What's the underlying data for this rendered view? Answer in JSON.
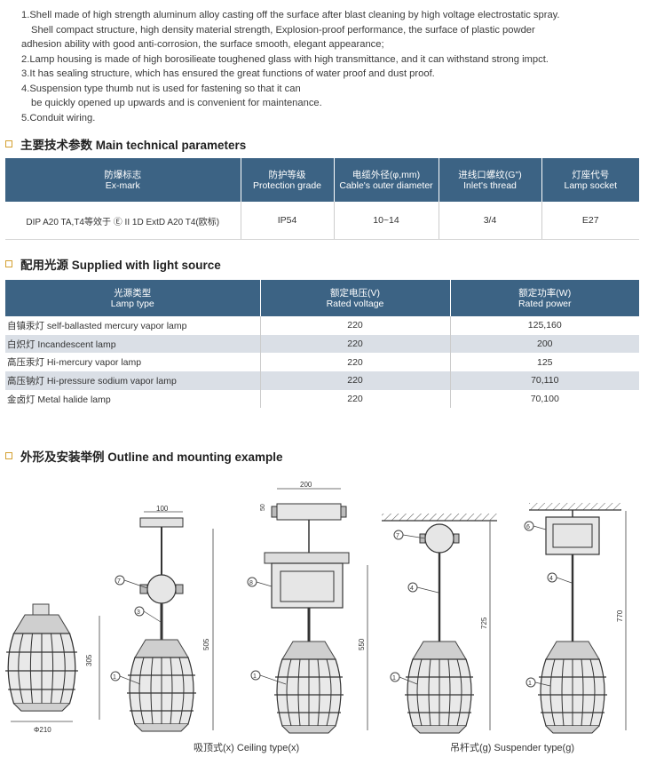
{
  "features": [
    "1.Shell made of high strength aluminum alloy casting off the surface after blast cleaning by high voltage electrostatic spray.",
    "Shell compact structure, high density material strength, Explosion-proof performance, the surface of plastic powder",
    "adhesion ability with good anti-corrosion, the surface smooth, elegant appearance;",
    "2.Lamp housing is made of high borosilieate toughened glass with high transmittance, and it can withstand strong impct.",
    "3.It has sealing structure, which has ensured the great functions of water proof and dust proof.",
    "4.Suspension type thumb nut is used for fastening so that it can",
    "be quickly opened up upwards and is convenient for maintenance.",
    "5.Conduit wiring."
  ],
  "tech_params": {
    "title": "主要技术参数 Main technical parameters",
    "headers": [
      {
        "cn": "防爆标志",
        "en": "Ex-mark"
      },
      {
        "cn": "防护等级",
        "en": "Protection grade"
      },
      {
        "cn": "电缆外径(φ,mm)",
        "en": "Cable's outer diameter"
      },
      {
        "cn": "进线口螺纹(G\")",
        "en": "Inlet's thread"
      },
      {
        "cn": "灯座代号",
        "en": "Lamp socket"
      }
    ],
    "row": [
      "DIP A20 TA,T4等效于 Ⓔ II 1D ExtD A20 T4(欧标)",
      "IP54",
      "10~14",
      "3/4",
      "E27"
    ]
  },
  "light_source": {
    "title": "配用光源 Supplied with light source",
    "headers": [
      {
        "cn": "光源类型",
        "en": "Lamp type"
      },
      {
        "cn": "额定电压(V)",
        "en": "Rated voltage"
      },
      {
        "cn": "额定功率(W)",
        "en": "Rated power"
      }
    ],
    "rows": [
      [
        "自镇汞灯 self-ballasted mercury vapor lamp",
        "220",
        "125,160"
      ],
      [
        "白炽灯 Incandescent lamp",
        "220",
        "200"
      ],
      [
        "高压汞灯 Hi-mercury vapor lamp",
        "220",
        "125"
      ],
      [
        "高压钠灯 Hi-pressure sodium vapor lamp",
        "220",
        "70,110"
      ],
      [
        "金卤灯 Metal halide lamp",
        "220",
        "70,100"
      ]
    ]
  },
  "outline": {
    "title": "外形及安装举例 Outline and mounting example",
    "captions": [
      "吸顶式(x) Ceiling type(x)",
      "吊杆式(g) Suspender type(g)"
    ],
    "dims": {
      "d210": "Φ210",
      "h305": "305",
      "w100": "100",
      "h505": "505",
      "w200": "200",
      "h50": "50",
      "h550": "550",
      "h725": "725",
      "h770": "770"
    },
    "callouts": {
      "c1": "1",
      "c3": "3",
      "c4": "4",
      "c6": "6",
      "c7": "7",
      "c8": "8"
    }
  },
  "colors": {
    "table_header": "#3c6384",
    "row_alt": "#dadfe6",
    "bullet": "#d4a030"
  }
}
